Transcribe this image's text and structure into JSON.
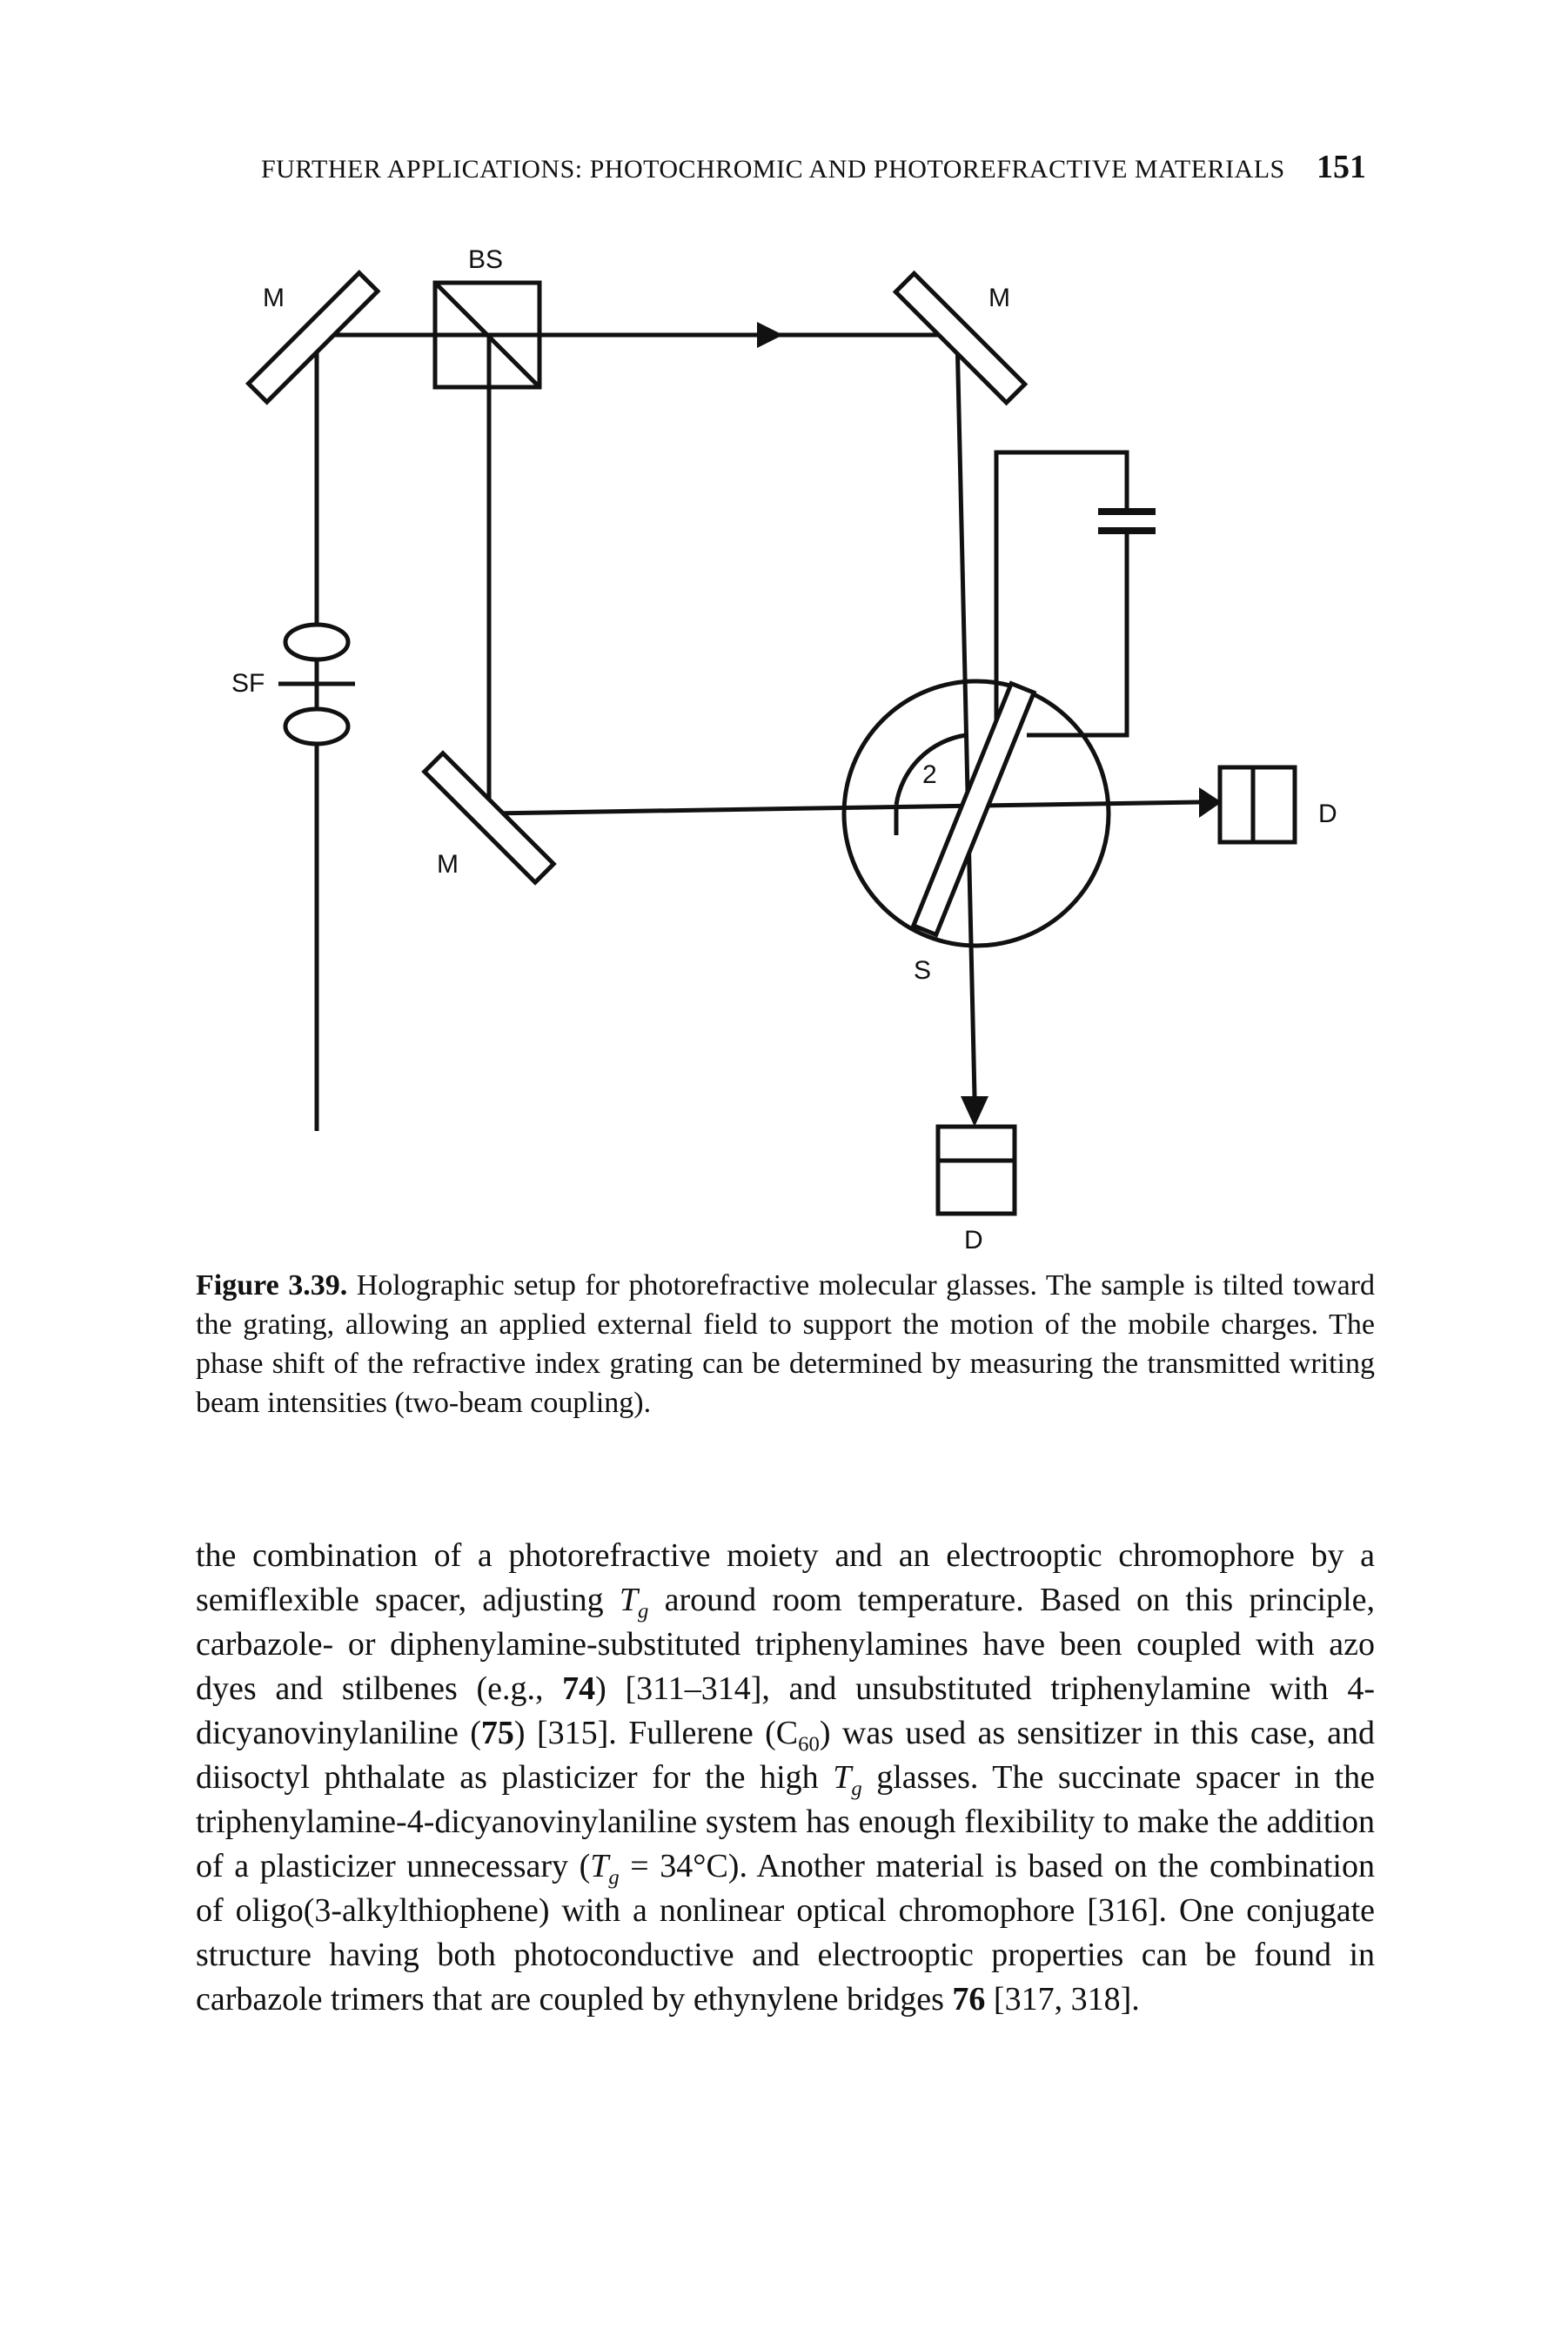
{
  "header": {
    "running_title": "FURTHER APPLICATIONS: PHOTOCHROMIC AND PHOTOREFRACTIVE MATERIALS",
    "page_number": "151"
  },
  "figure": {
    "labels": {
      "bs": "BS",
      "mirror_top_left": "M",
      "mirror_top_right": "M",
      "mirror_bottom": "M",
      "spatial_filter": "SF",
      "sample_angle": "2",
      "sample": "S",
      "detector_right": "D",
      "detector_bottom": "D"
    }
  },
  "caption": {
    "label": "Figure 3.39.",
    "text": "Holographic setup for photorefractive molecular glasses. The sample is tilted toward the grating, allowing an applied external field to support the motion of the mobile charges. The phase shift of the refractive index grating can be determined by measuring the transmitted writing beam intensities (two-beam coupling)."
  },
  "body": {
    "p1_a": "the combination of a photorefractive moiety and an electrooptic chromophore by a semiflexible spacer, adjusting ",
    "tg_T": "T",
    "tg_g": "g",
    "p1_b": " around room temperature. Based on this principle, carbazole- or diphenylamine-substituted triphenylamines have been coupled with azo dyes and stilbenes (e.g., ",
    "ref74": "74",
    "p1_c": ") [311–314], and unsubstituted triphenylamine with 4-dicyanovinylaniline (",
    "ref75": "75",
    "p1_d": ") [315]. Fullerene (C",
    "c60_sub": "60",
    "p1_e": ") was used as sensitizer in this case, and diisoctyl phthalate as plasticizer for the high ",
    "p1_f": " glasses. The succinate spacer in the triphenylamine-4-dicyanovinylaniline system has enough flexibility to make the addition of a plasticizer unnecessary (",
    "p1_g": " = 34°C). Another material is based on the combination of oligo(3-alkylthiophene) with a nonlinear optical chromophore [316]. One conjugate structure having both photoconductive and electrooptic properties can be found in carbazole trimers that are coupled by ethynylene bridges ",
    "ref76": "76",
    "p1_h": " [317, 318]."
  }
}
